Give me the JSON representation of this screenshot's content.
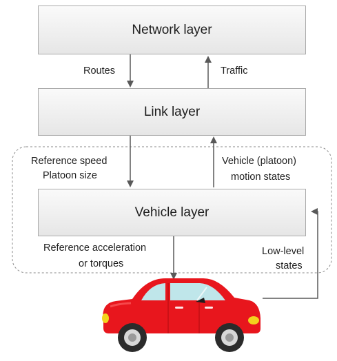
{
  "layers": {
    "network": "Network layer",
    "link": "Link layer",
    "vehicle": "Vehicle layer"
  },
  "arrows": {
    "routes": "Routes",
    "traffic": "Traffic",
    "reference_speed": "Reference speed",
    "platoon_size": "Platoon size",
    "vehicle_motion_line1": "Vehicle (platoon)",
    "vehicle_motion_line2": "motion states",
    "reference_accel_line1": "Reference acceleration",
    "reference_accel_line2": "or torques",
    "low_level_line1": "Low-level",
    "low_level_line2": "states"
  },
  "colors": {
    "box_border": "#a9a9a9",
    "arrow": "#595959",
    "car_body": "#e8161d",
    "car_window": "#bfe6ea",
    "car_tire": "#2b2b2b",
    "headlight": "#f3d21d"
  }
}
